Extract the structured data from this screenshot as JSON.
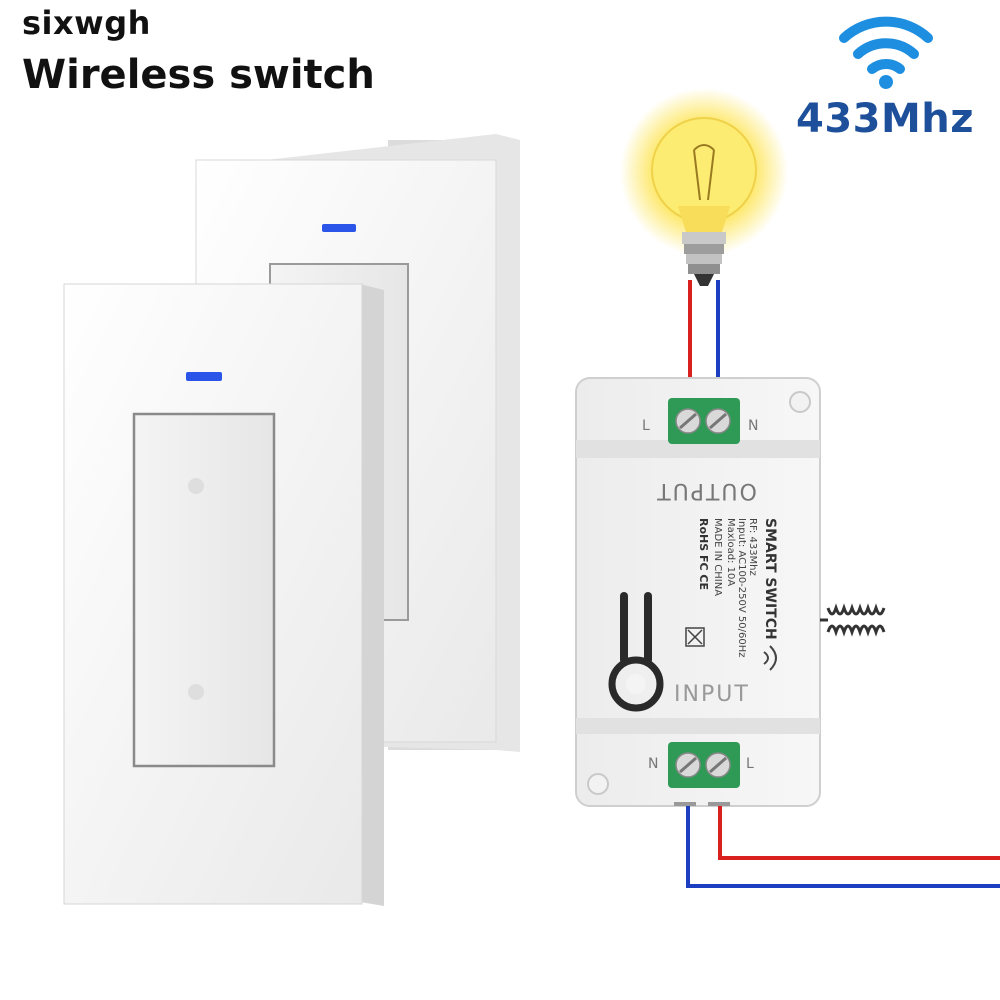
{
  "brand": "sixwgh",
  "headline": "Wireless switch",
  "signal": {
    "frequency_label": "433Mhz",
    "icon": "wifi-signal-icon",
    "color": "#1d4f9a"
  },
  "receiver": {
    "output_label": "OUTPUT",
    "input_label": "INPUT",
    "terminal_left": "L",
    "terminal_right": "N",
    "terminal_in_left": "N",
    "terminal_in_right": "L",
    "spec_lines": [
      "SMART SWITCH",
      "RF: 433Mhz",
      "Input: AC100-250V 50/60Hz",
      "Maxload: 10A",
      "MADE IN CHINA"
    ],
    "marks": "RoHS FC CE",
    "terminal_color": "#2f9a55"
  },
  "wires": {
    "live_color": "#d8201e",
    "neutral_color": "#1b3fc0"
  },
  "panels": {
    "indicator_color": "#2a55e8",
    "count": 2
  }
}
